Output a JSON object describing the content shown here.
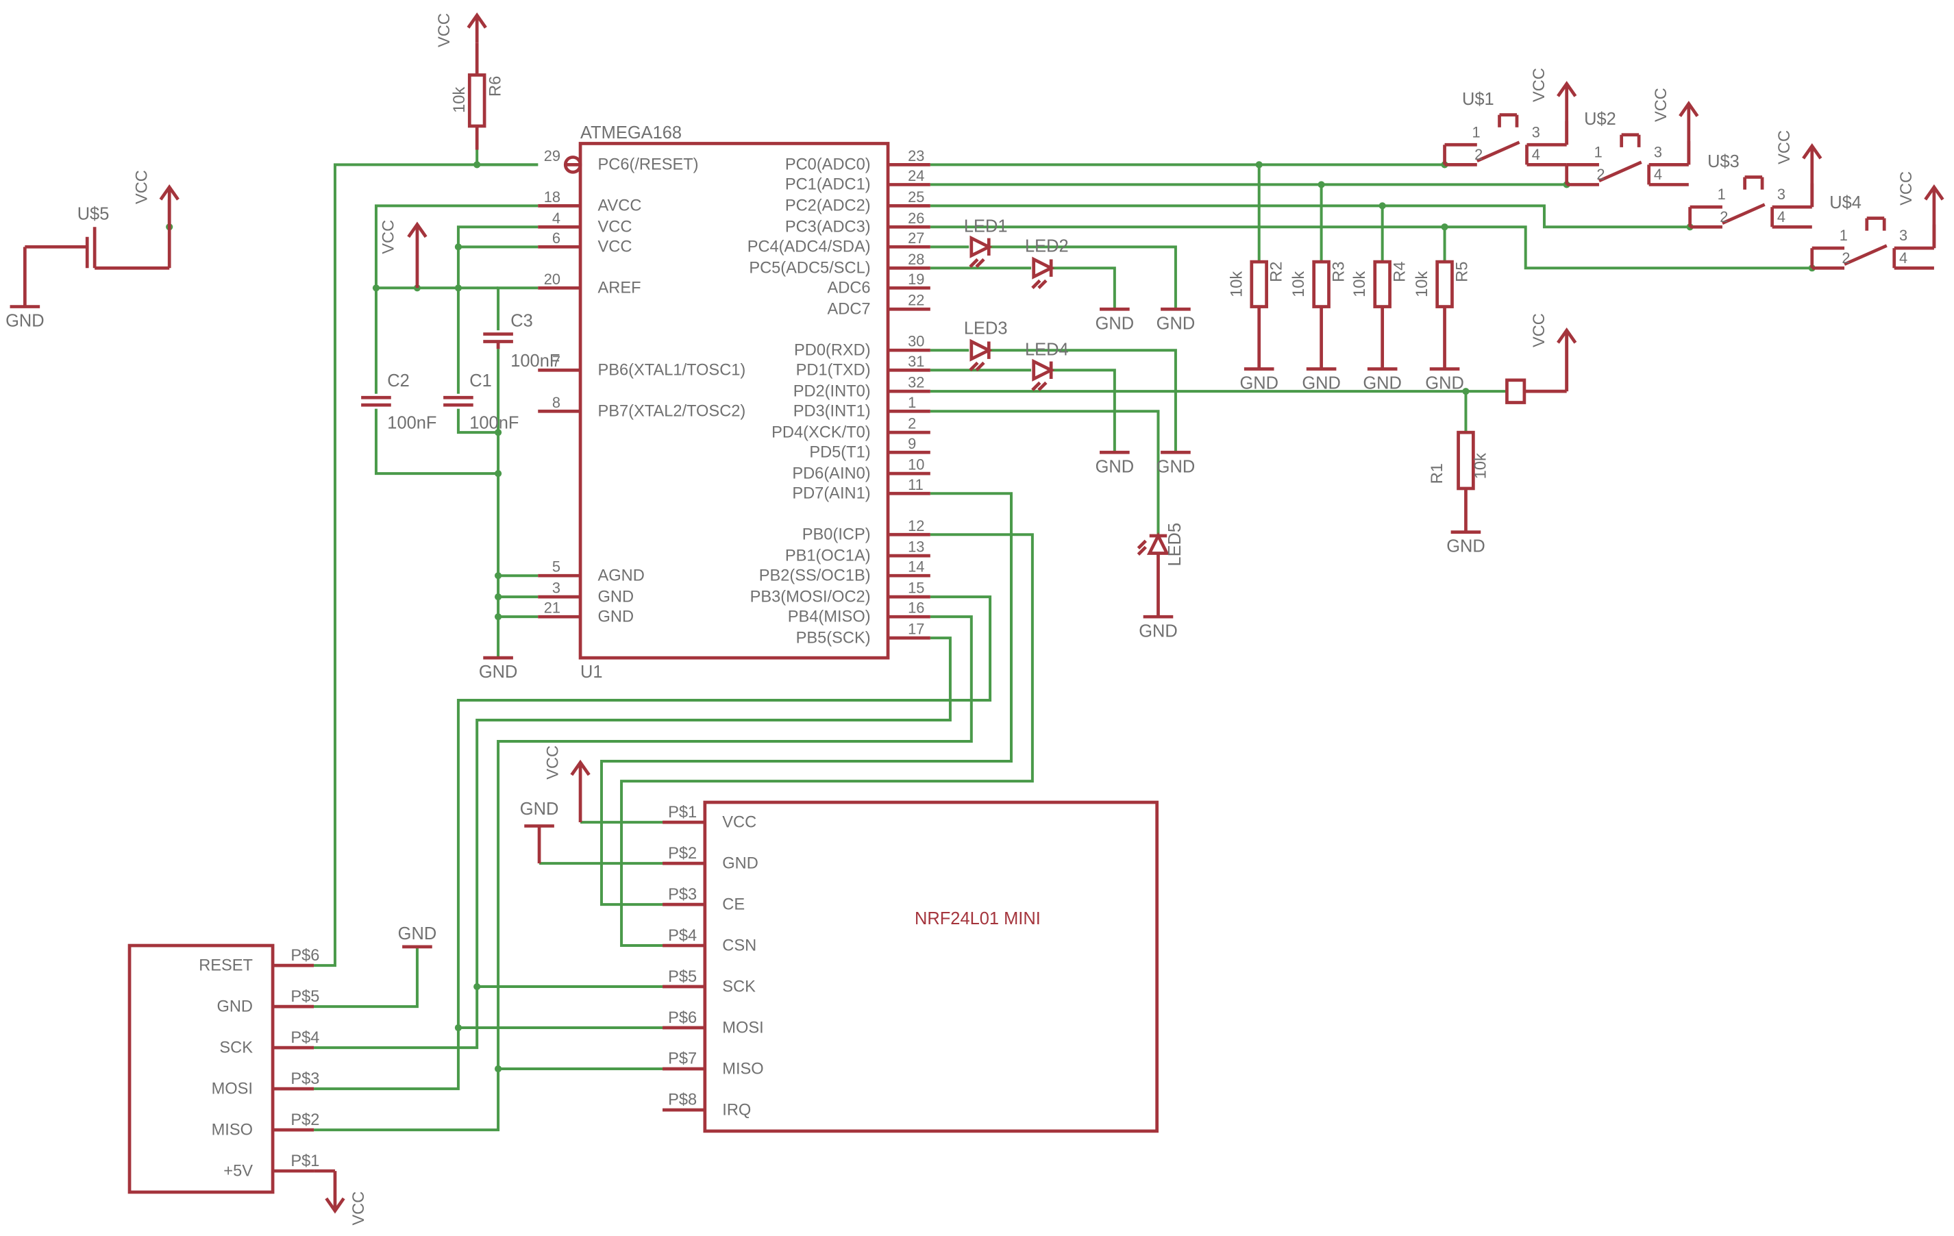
{
  "mcu": {
    "name": "ATMEGA168",
    "ref": "U1",
    "left": [
      {
        "pin": "29",
        "label": "PC6(/RESET)"
      },
      {
        "pin": "18",
        "label": "AVCC"
      },
      {
        "pin": "4",
        "label": "VCC"
      },
      {
        "pin": "6",
        "label": "VCC"
      },
      {
        "pin": "20",
        "label": "AREF"
      },
      {
        "pin": "7",
        "label": "PB6(XTAL1/TOSC1)"
      },
      {
        "pin": "8",
        "label": "PB7(XTAL2/TOSC2)"
      },
      {
        "pin": "5",
        "label": "AGND"
      },
      {
        "pin": "3",
        "label": "GND"
      },
      {
        "pin": "21",
        "label": "GND"
      }
    ],
    "right": [
      {
        "pin": "23",
        "label": "PC0(ADC0)"
      },
      {
        "pin": "24",
        "label": "PC1(ADC1)"
      },
      {
        "pin": "25",
        "label": "PC2(ADC2)"
      },
      {
        "pin": "26",
        "label": "PC3(ADC3)"
      },
      {
        "pin": "27",
        "label": "PC4(ADC4/SDA)"
      },
      {
        "pin": "28",
        "label": "PC5(ADC5/SCL)"
      },
      {
        "pin": "19",
        "label": "ADC6"
      },
      {
        "pin": "22",
        "label": "ADC7"
      },
      {
        "pin": "30",
        "label": "PD0(RXD)"
      },
      {
        "pin": "31",
        "label": "PD1(TXD)"
      },
      {
        "pin": "32",
        "label": "PD2(INT0)"
      },
      {
        "pin": "1",
        "label": "PD3(INT1)"
      },
      {
        "pin": "2",
        "label": "PD4(XCK/T0)"
      },
      {
        "pin": "9",
        "label": "PD5(T1)"
      },
      {
        "pin": "10",
        "label": "PD6(AIN0)"
      },
      {
        "pin": "11",
        "label": "PD7(AIN1)"
      },
      {
        "pin": "12",
        "label": "PB0(ICP)"
      },
      {
        "pin": "13",
        "label": "PB1(OC1A)"
      },
      {
        "pin": "14",
        "label": "PB2(SS/OC1B)"
      },
      {
        "pin": "15",
        "label": "PB3(MOSI/OC2)"
      },
      {
        "pin": "16",
        "label": "PB4(MISO)"
      },
      {
        "pin": "17",
        "label": "PB5(SCK)"
      }
    ]
  },
  "nrf": {
    "name": "NRF24L01 MINI",
    "pins": [
      {
        "pad": "P$1",
        "label": "VCC"
      },
      {
        "pad": "P$2",
        "label": "GND"
      },
      {
        "pad": "P$3",
        "label": "CE"
      },
      {
        "pad": "P$4",
        "label": "CSN"
      },
      {
        "pad": "P$5",
        "label": "SCK"
      },
      {
        "pad": "P$6",
        "label": "MOSI"
      },
      {
        "pad": "P$7",
        "label": "MISO"
      },
      {
        "pad": "P$8",
        "label": "IRQ"
      }
    ]
  },
  "isp": {
    "pins": [
      {
        "pad": "P$6",
        "label": "RESET"
      },
      {
        "pad": "P$5",
        "label": "GND"
      },
      {
        "pad": "P$4",
        "label": "SCK"
      },
      {
        "pad": "P$3",
        "label": "MOSI"
      },
      {
        "pad": "P$2",
        "label": "MISO"
      },
      {
        "pad": "P$1",
        "label": "+5V"
      }
    ]
  },
  "switches": [
    {
      "ref": "U$1",
      "pins": [
        "1",
        "2",
        "3",
        "4"
      ]
    },
    {
      "ref": "U$2",
      "pins": [
        "1",
        "2",
        "3",
        "4"
      ]
    },
    {
      "ref": "U$3",
      "pins": [
        "1",
        "2",
        "3",
        "4"
      ]
    },
    {
      "ref": "U$4",
      "pins": [
        "1",
        "2",
        "3",
        "4"
      ]
    }
  ],
  "power_switch": {
    "ref": "U$5"
  },
  "resistors": [
    {
      "ref": "R6",
      "value": "10k"
    },
    {
      "ref": "R2",
      "value": "10k"
    },
    {
      "ref": "R3",
      "value": "10k"
    },
    {
      "ref": "R4",
      "value": "10k"
    },
    {
      "ref": "R5",
      "value": "10k"
    },
    {
      "ref": "R1",
      "value": "10k"
    }
  ],
  "capacitors": [
    {
      "ref": "C3",
      "value": "100nF"
    },
    {
      "ref": "C2",
      "value": "100nF"
    },
    {
      "ref": "C1",
      "value": "100nF"
    }
  ],
  "leds": [
    "LED1",
    "LED2",
    "LED3",
    "LED4",
    "LED5"
  ],
  "net": {
    "vcc": "VCC",
    "gnd": "GND"
  },
  "colors": {
    "part": "#a4343c",
    "wire": "#4a9a4a",
    "text": "#707070",
    "bg": "#ffffff"
  }
}
